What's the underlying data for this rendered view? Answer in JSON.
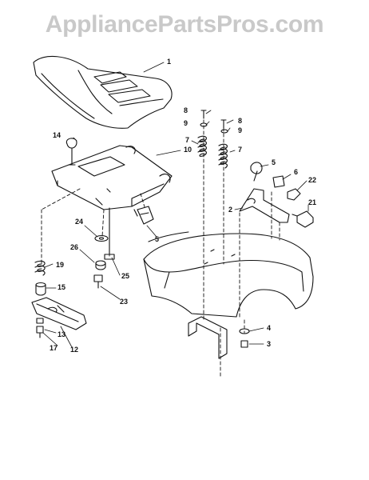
{
  "watermark": "AppliancePartsPros.com",
  "callouts": [
    {
      "id": "c1",
      "text": "1"
    },
    {
      "id": "c2",
      "text": "2"
    },
    {
      "id": "c3",
      "text": "3"
    },
    {
      "id": "c4",
      "text": "4"
    },
    {
      "id": "c5a",
      "text": "5"
    },
    {
      "id": "c5b",
      "text": "5"
    },
    {
      "id": "c6",
      "text": "6"
    },
    {
      "id": "c7a",
      "text": "7"
    },
    {
      "id": "c7b",
      "text": "7"
    },
    {
      "id": "c8a",
      "text": "8"
    },
    {
      "id": "c8b",
      "text": "8"
    },
    {
      "id": "c9a",
      "text": "9"
    },
    {
      "id": "c9b",
      "text": "9"
    },
    {
      "id": "c10",
      "text": "10"
    },
    {
      "id": "c12",
      "text": "12"
    },
    {
      "id": "c13",
      "text": "13"
    },
    {
      "id": "c14",
      "text": "14"
    },
    {
      "id": "c15",
      "text": "15"
    },
    {
      "id": "c17",
      "text": "17"
    },
    {
      "id": "c19",
      "text": "19"
    },
    {
      "id": "c21",
      "text": "21"
    },
    {
      "id": "c22",
      "text": "22"
    },
    {
      "id": "c23",
      "text": "23"
    },
    {
      "id": "c24",
      "text": "24"
    },
    {
      "id": "c25",
      "text": "25"
    },
    {
      "id": "c26",
      "text": "26"
    }
  ]
}
